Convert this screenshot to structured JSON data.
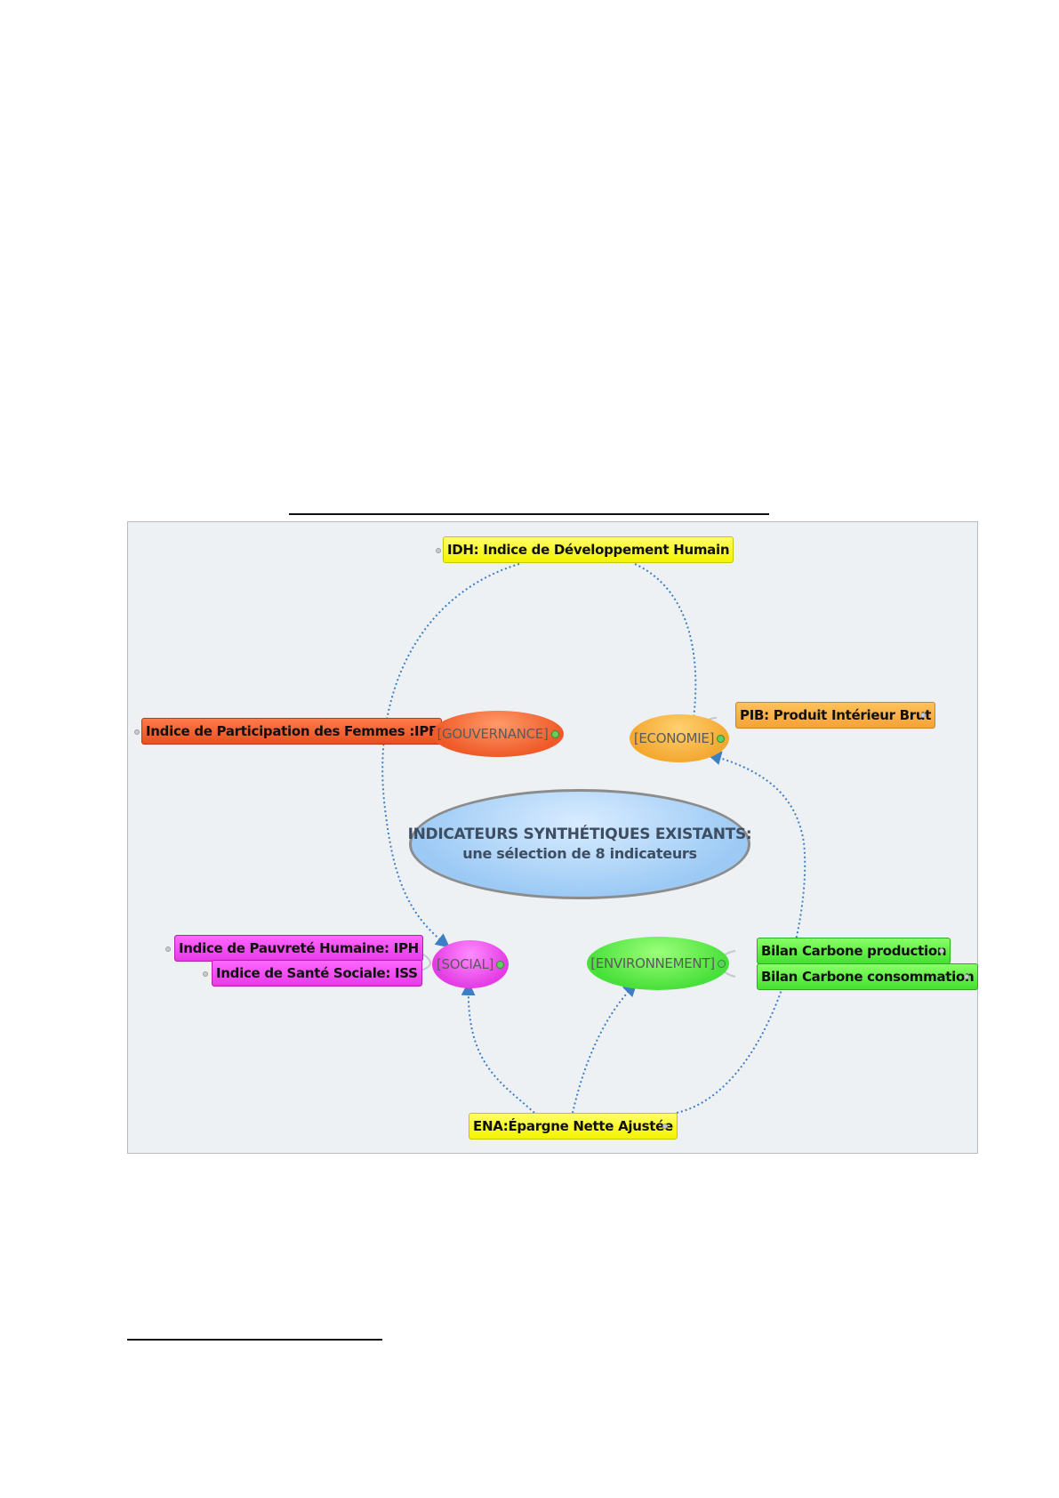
{
  "central_topic": {
    "title": "INDICATEURS SYNTHÉTIQUES EXISTANTS:",
    "subtitle": "une sélection de 8 indicateurs"
  },
  "branches": {
    "governance": "[GOUVERNANCE]",
    "economy": "[ECONOMIE]",
    "social": "[SOCIAL]",
    "environment": "[ENVIRONNEMENT]"
  },
  "indicators": {
    "idh": "IDH: Indice de Développement Humain",
    "pib": "PIB: Produit Intérieur Brut",
    "ipf": "Indice de Participation des Femmes :IPF",
    "iph": "Indice de Pauvreté Humaine: IPH",
    "iss": "Indice de Santé Sociale: ISS",
    "bilan_production": "Bilan Carbone production",
    "bilan_consommation": "Bilan Carbone consommation",
    "ena": "ENA:Épargne Nette Ajustée"
  },
  "colors": {
    "governance": "#ef5a28",
    "economy": "#f4a830",
    "social": "#e43ce4",
    "environment": "#48e03a",
    "central": "#9ccaf5",
    "highlight_topic": "#f4f400",
    "relationship_arrow": "#3d7fc4"
  }
}
